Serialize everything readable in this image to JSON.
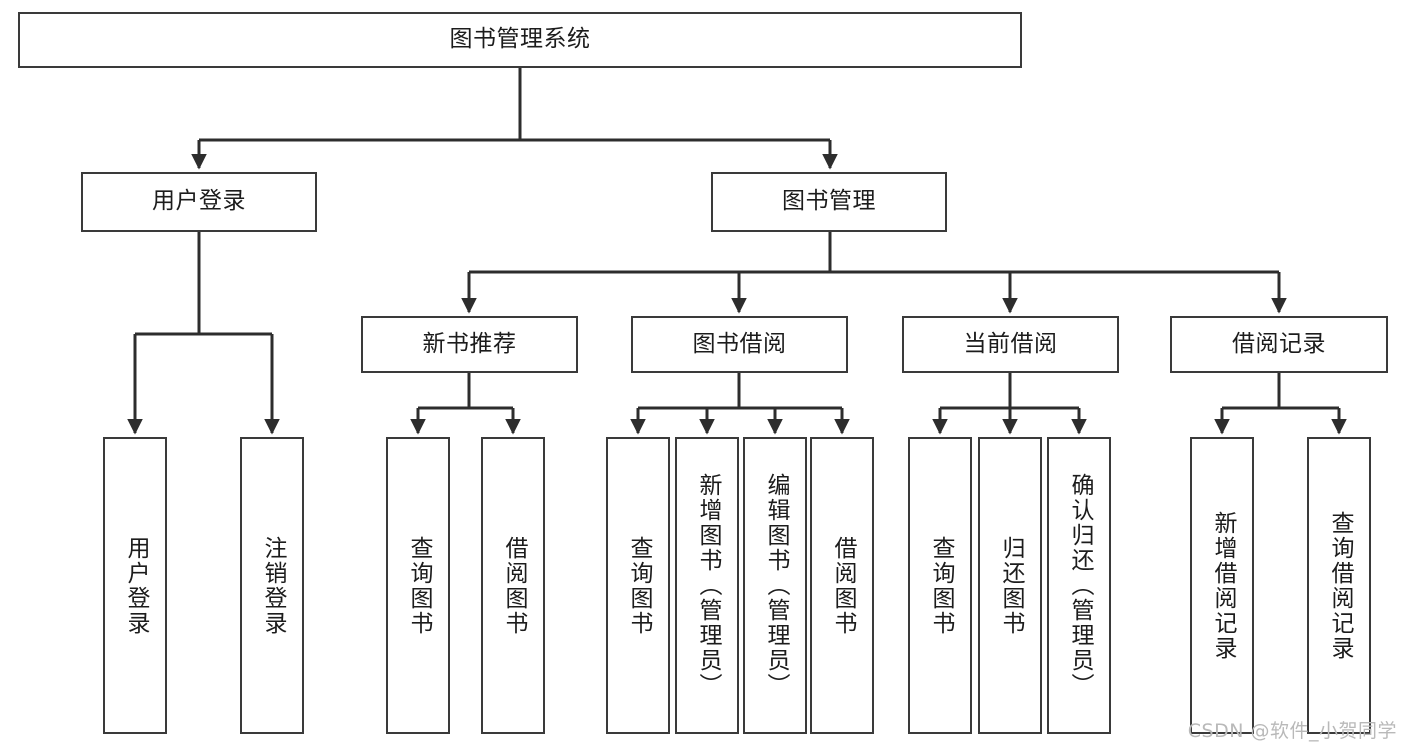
{
  "diagram": {
    "title": "图书管理系统",
    "type": "tree",
    "watermark": "CSDN @软件_小贺同学",
    "colors": {
      "stroke": "#3a3a3a",
      "fill": "#ffffff",
      "text": "#1c1c1c",
      "watermark": "#b9b9b9"
    },
    "nodes": {
      "root": {
        "label": "图书管理系统"
      },
      "level2": [
        {
          "label": "用户登录"
        },
        {
          "label": "图书管理"
        }
      ],
      "level3": [
        {
          "label": "新书推荐"
        },
        {
          "label": "图书借阅"
        },
        {
          "label": "当前借阅"
        },
        {
          "label": "借阅记录"
        }
      ],
      "leaves": {
        "user_login": [
          {
            "label": "用户登录"
          },
          {
            "label": "注销登录"
          }
        ],
        "new_book": [
          {
            "label": "查询图书"
          },
          {
            "label": "借阅图书"
          }
        ],
        "book_borrow": [
          {
            "label": "查询图书"
          },
          {
            "label": "新增图书（管理员）"
          },
          {
            "label": "编辑图书（管理员）"
          },
          {
            "label": "借阅图书"
          }
        ],
        "current_borrow": [
          {
            "label": "查询图书"
          },
          {
            "label": "归还图书"
          },
          {
            "label": "确认归还（管理员）"
          }
        ],
        "borrow_record": [
          {
            "label": "新增借阅记录"
          },
          {
            "label": "查询借阅记录"
          }
        ]
      }
    }
  }
}
